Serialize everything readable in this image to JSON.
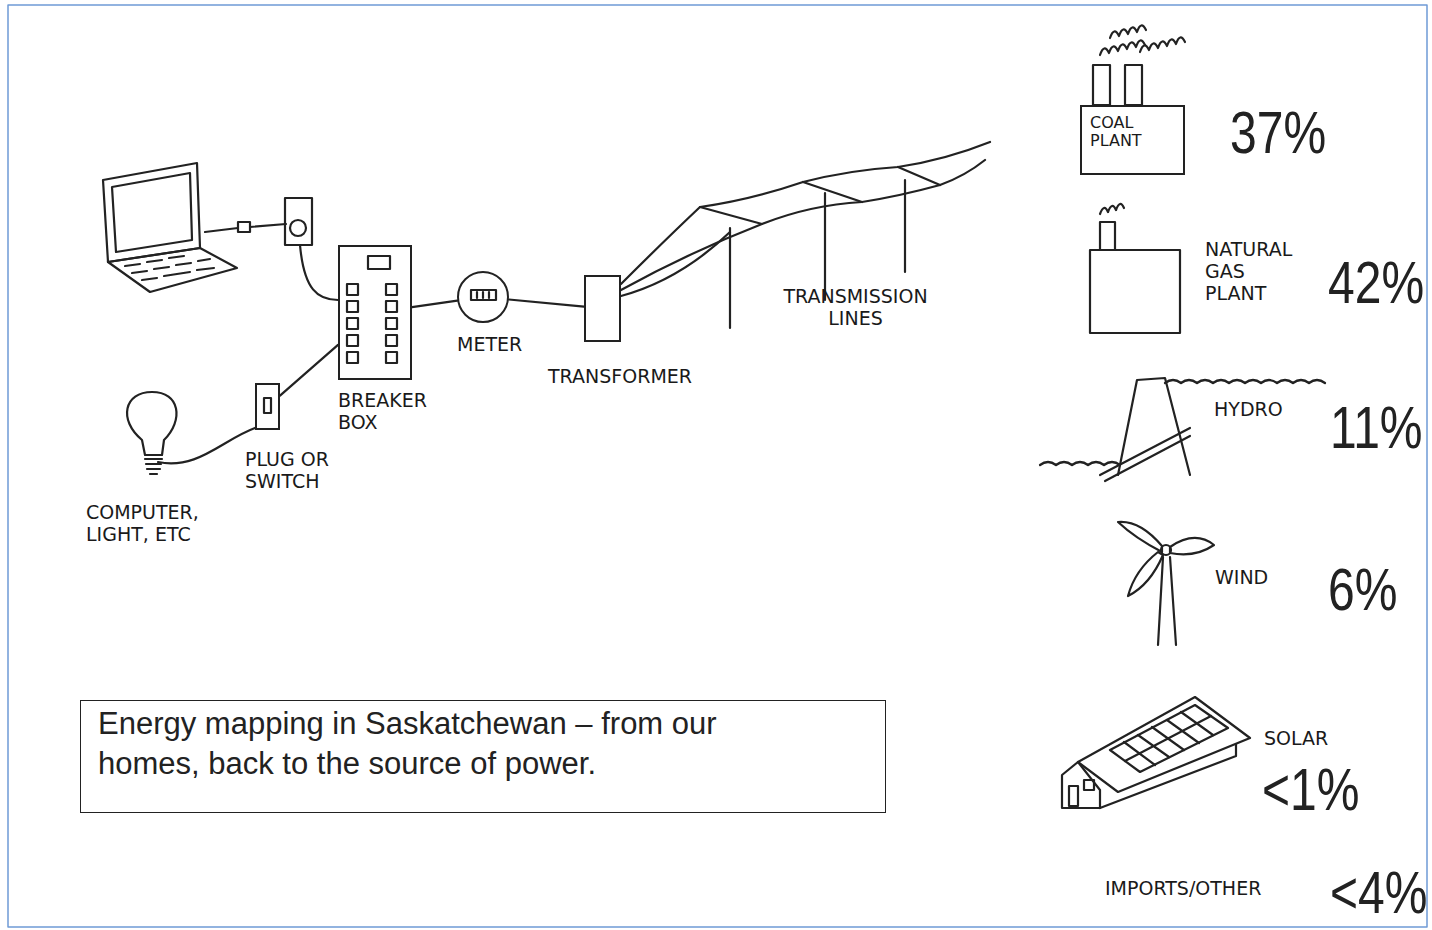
{
  "diagram": {
    "caption": "Energy mapping in Saskatchewan – from our homes, back to the source of power.",
    "nodes": [
      {
        "text": [
          "PLUG OR SWITCH"
        ]
      },
      {
        "text": [
          "BREAKER BOX"
        ]
      },
      {
        "text": [
          "METER"
        ]
      },
      {
        "text": [
          "TRANSFORMER"
        ]
      },
      {
        "text": [
          "COAL PLANT"
        ]
      }
    ],
    "edges": [
      {
        "from": 0,
        "to": 1,
        "arrow": "none"
      },
      {
        "from": 1,
        "to": 2,
        "arrow": "none"
      },
      {
        "from": 2,
        "to": 3,
        "arrow": "none"
      }
    ],
    "labels": [
      "37%",
      "NATURAL GAS PLANT",
      "42%",
      "TRANSMISSION LINES",
      "HYDRO",
      "11%",
      "COMPUTER, LIGHT, ETC",
      "WIND",
      "6%",
      "SOLAR",
      "<1%",
      "IMPORTS/OTHER",
      "<4%"
    ]
  }
}
